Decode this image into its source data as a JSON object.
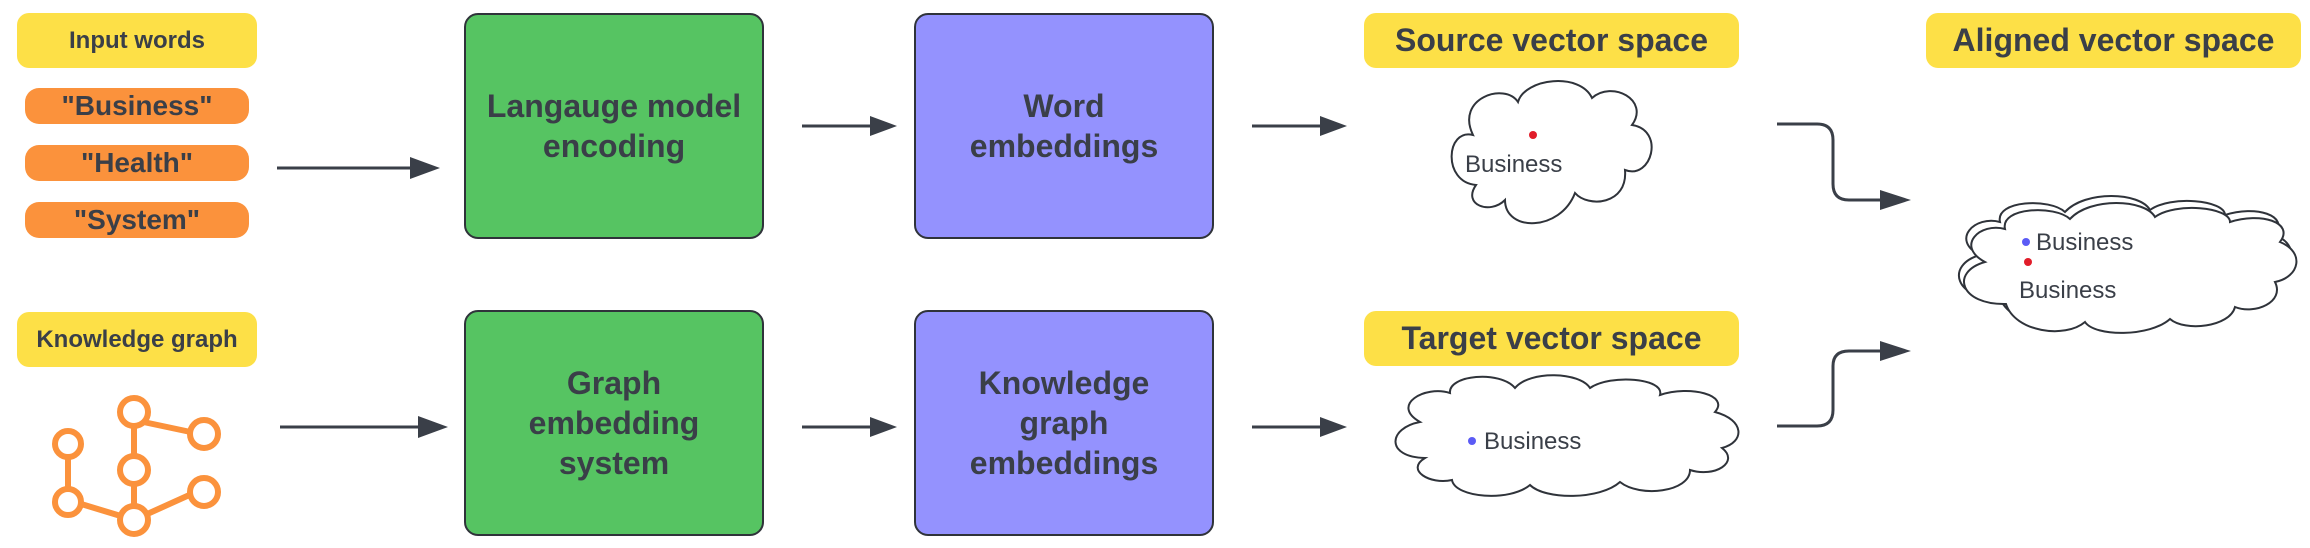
{
  "inputs": {
    "words_label": "Input words",
    "words": [
      "\"Business\"",
      "\"Health\"",
      "\"System\""
    ],
    "kg_label": "Knowledge graph"
  },
  "processing": {
    "language_model": "Langauge model encoding",
    "graph_embedding": "Graph embedding system",
    "word_embeddings": "Word embeddings",
    "kg_embeddings": "Knowledge graph embeddings"
  },
  "spaces": {
    "source_label": "Source vector space",
    "target_label": "Target vector space",
    "aligned_label": "Aligned vector space",
    "source_point": "Business",
    "target_point": "Business",
    "aligned_point_target": "Business",
    "aligned_point_source": "Business"
  },
  "colors": {
    "label_yellow": "#fde047",
    "word_orange": "#fb923c",
    "lm_green": "#56c462",
    "embedding_purple": "#9492fe",
    "source_dot_red": "#e11d2a",
    "target_dot_blue": "#5b5bf5",
    "arrow": "#3a3f48"
  }
}
